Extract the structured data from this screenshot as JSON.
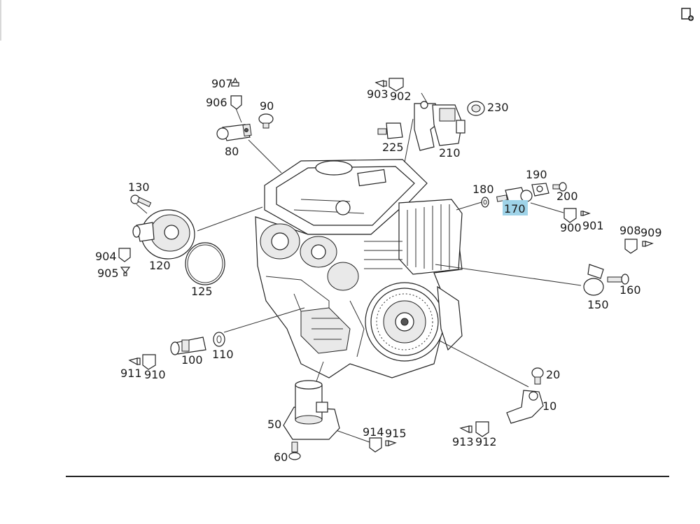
{
  "toolbar": {
    "icon": "document-settings-icon"
  },
  "diagram": {
    "highlight_color": "#9fd3e8",
    "highlighted": "170",
    "callouts": [
      "907",
      "906",
      "90",
      "80",
      "903",
      "902",
      "230",
      "225",
      "210",
      "130",
      "904",
      "905",
      "120",
      "125",
      "180",
      "190",
      "200",
      "170",
      "900",
      "901",
      "908",
      "909",
      "150",
      "160",
      "911",
      "910",
      "100",
      "110",
      "20",
      "10",
      "50",
      "914",
      "915",
      "913",
      "912",
      "60"
    ]
  }
}
